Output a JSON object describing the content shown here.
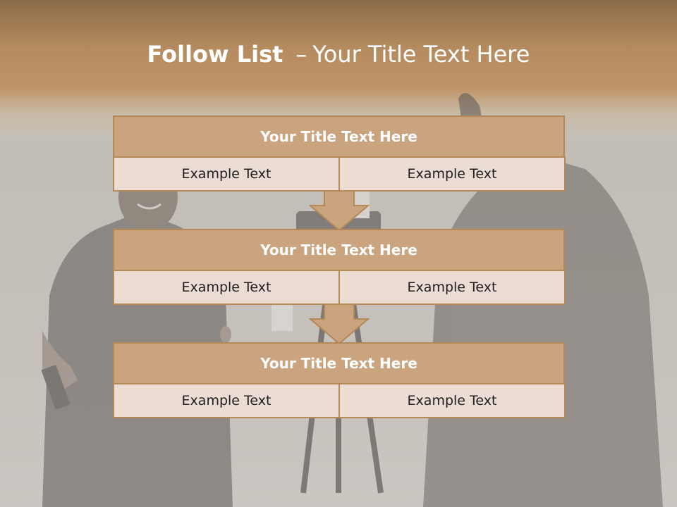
{
  "title": {
    "main": "Follow List",
    "separator": "–",
    "rest": "Your Title Text Here"
  },
  "blocks": [
    {
      "header": "Your Title Text Here",
      "left": "Example Text",
      "right": "Example Text"
    },
    {
      "header": "Your Title Text Here",
      "left": "Example Text",
      "right": "Example Text"
    },
    {
      "header": "Your Title Text Here",
      "left": "Example Text",
      "right": "Example Text"
    }
  ],
  "colors": {
    "header_fill": "#c9a47e",
    "header_border": "#b58858",
    "cell_fill": "#ebddd4",
    "arrow_fill": "#c9a47e",
    "top_band": "#b58c5f"
  },
  "icons": [
    "down-arrow-icon",
    "down-arrow-icon"
  ]
}
